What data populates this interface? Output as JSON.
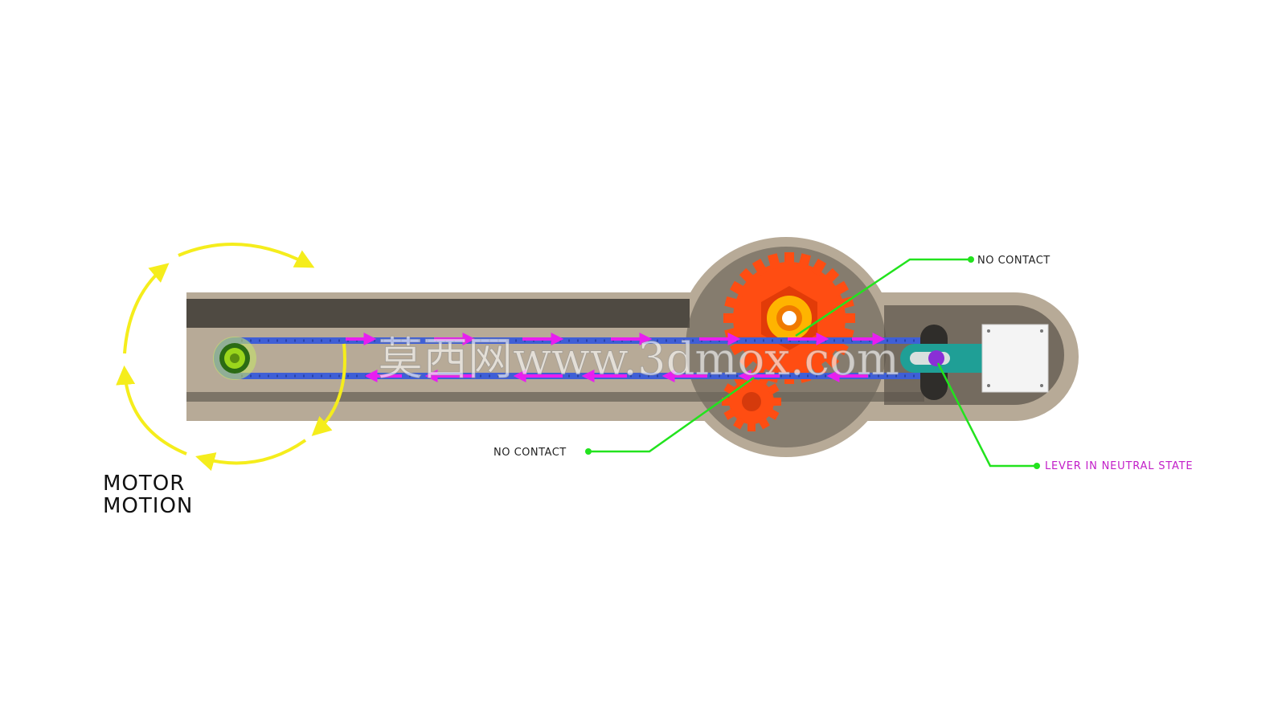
{
  "labels": {
    "motor_line1": "MOTOR",
    "motor_line2": "MOTION",
    "no_contact_top": "NO CONTACT",
    "no_contact_bottom": "NO CONTACT",
    "lever_state": "LEVER IN NEUTRAL STATE"
  },
  "watermark": "莫西网www.3dmox.com",
  "colors": {
    "housing": "#b7aa97",
    "housing_shadow": "#5d564c",
    "chain": "#3f5fd6",
    "gear": "#ff4d12",
    "gear_hub": "#ffb400",
    "motor_sprocket": "#9bd61c",
    "lever": "#1f9f96",
    "lever_pivot": "#8a2fd6",
    "callout": "#22e31e",
    "motion_arrows": "#f5ed1c",
    "chain_arrows": "#e81ef0",
    "lever_label": "#c21ec8"
  },
  "icons": {
    "motor_sprocket": "sprocket-icon",
    "large_gear": "gear-icon",
    "small_gear": "gear-icon",
    "plate": "mounting-plate-icon"
  }
}
